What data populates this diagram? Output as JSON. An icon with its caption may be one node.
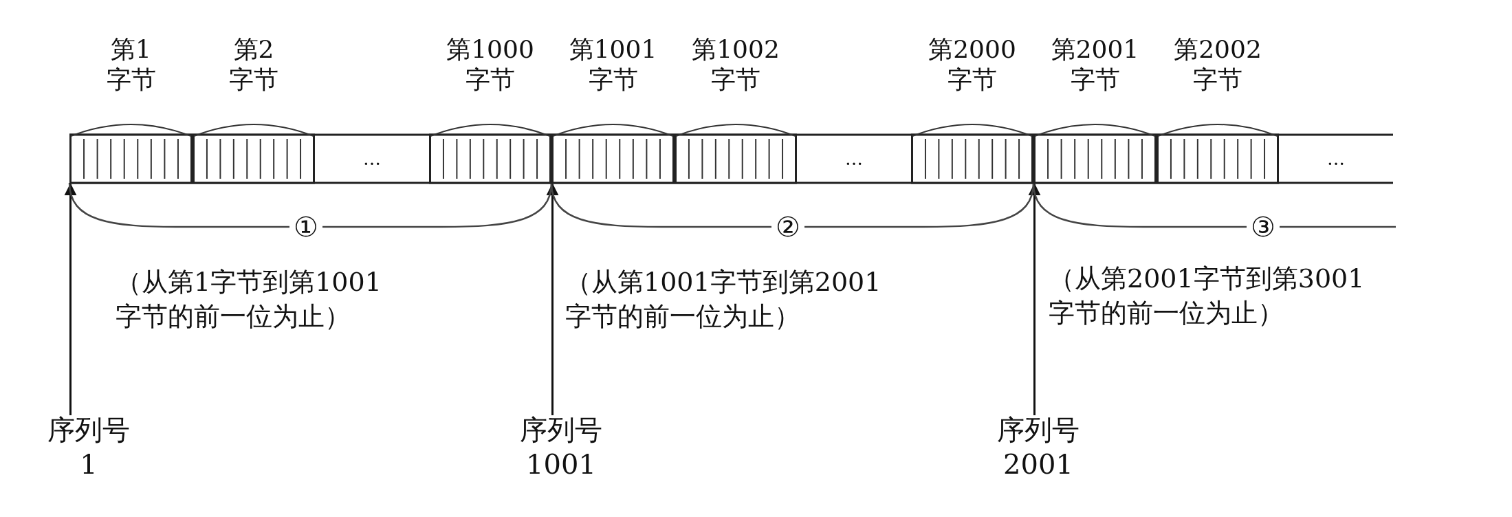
{
  "diagram": {
    "nodes": [
      {
        "text": [
          "第1字节"
        ]
      },
      {
        "text": [
          "第2字节"
        ]
      },
      {
        "text": [
          "…"
        ]
      },
      {
        "text": [
          "第1000字节"
        ]
      },
      {
        "text": [
          "第1001字节"
        ]
      },
      {
        "text": [
          "第1002字节"
        ]
      },
      {
        "text": [
          "…"
        ]
      },
      {
        "text": [
          "第2000字节"
        ]
      },
      {
        "text": [
          "第2001字节"
        ]
      },
      {
        "text": [
          "第2002字节"
        ]
      },
      {
        "text": [
          "…"
        ]
      },
      {
        "text": [
          "序列号1"
        ]
      },
      {
        "text": [
          "序列号1001"
        ]
      },
      {
        "text": [
          "序列号2001"
        ]
      }
    ],
    "edges": [
      {
        "from": 11,
        "to": 0,
        "arrow": "to"
      },
      {
        "from": 12,
        "to": 4,
        "arrow": "to"
      },
      {
        "from": 13,
        "to": 8,
        "arrow": "to"
      }
    ],
    "labels": [
      "①",
      "（从第1字节到第1001字节的前一位为止）",
      "②",
      "（从第1001字节到第2001字节的前一位为止）",
      "③",
      "（从第2001字节到第3001字节的前一位为止）"
    ]
  }
}
